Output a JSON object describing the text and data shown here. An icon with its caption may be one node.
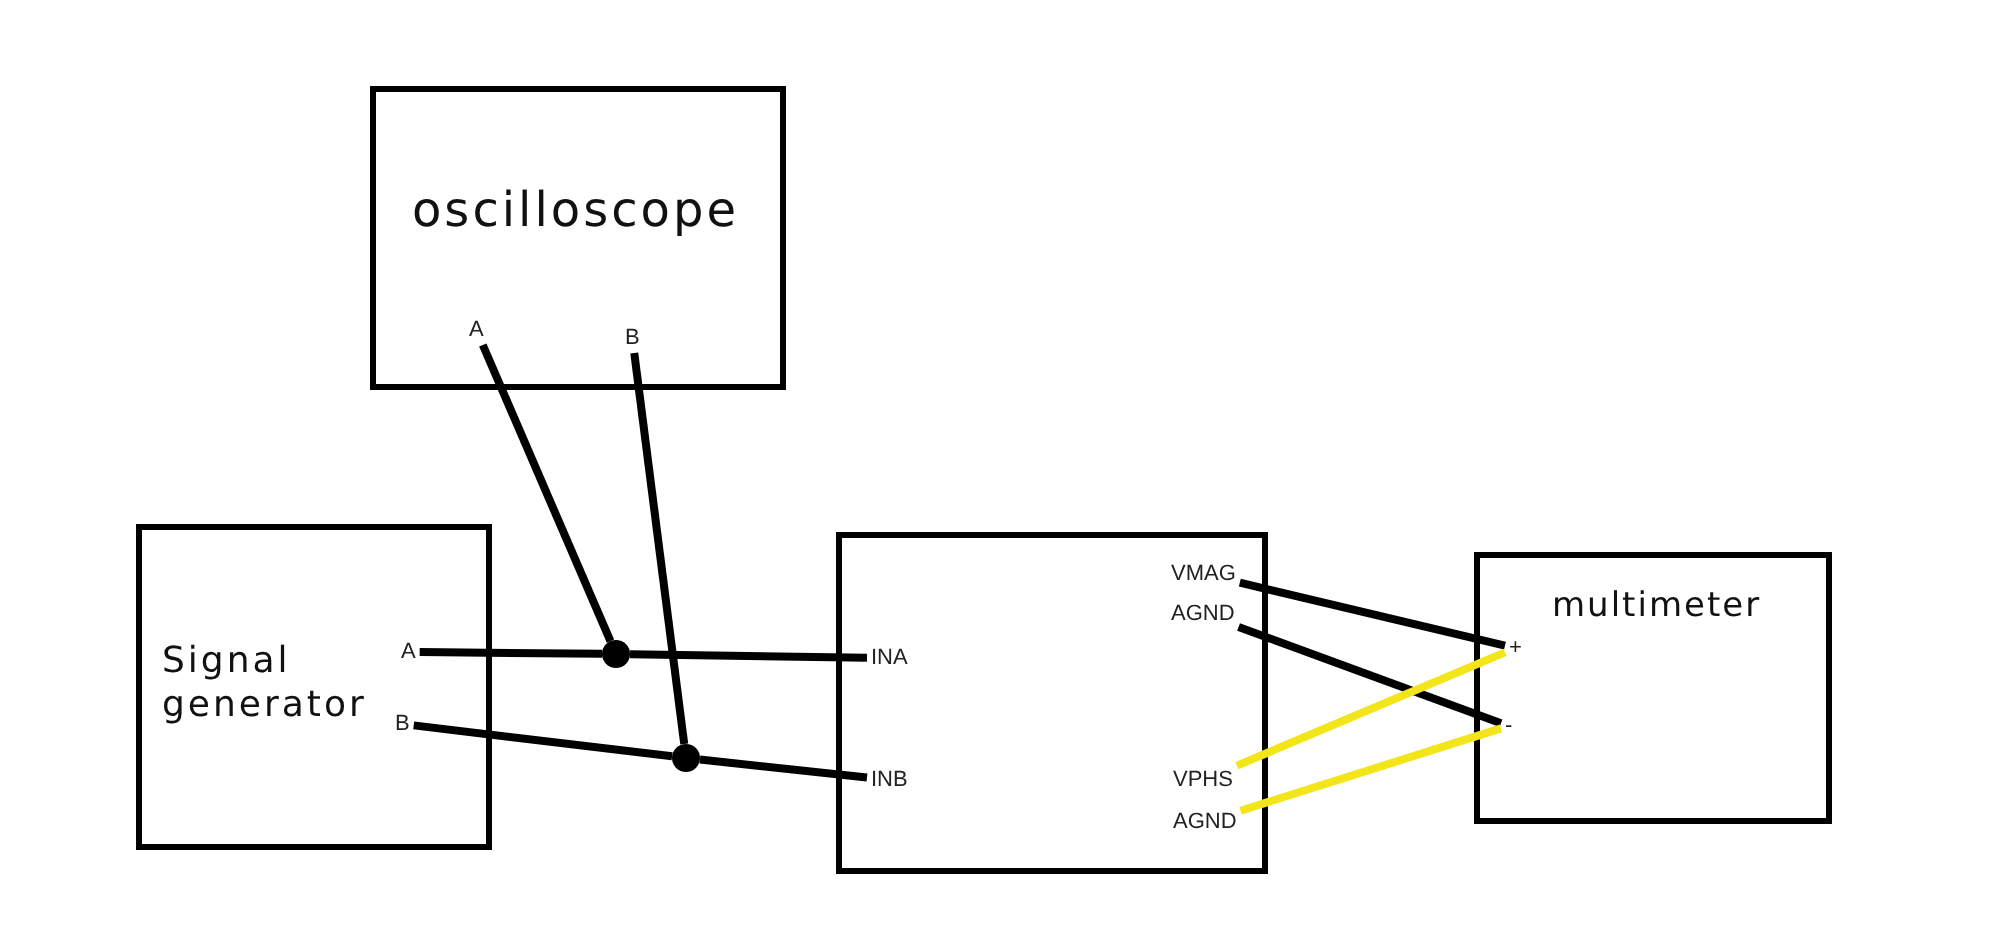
{
  "diagram": {
    "nodes": [
      {
        "text": [
          "oscilloscope"
        ]
      },
      {
        "text": [
          "A"
        ],
        "in": 0
      },
      {
        "text": [
          "B"
        ],
        "in": 0
      },
      {
        "text": [
          "Signal generator"
        ]
      },
      {
        "text": [
          "A"
        ],
        "in": 3
      },
      {
        "text": [
          "B"
        ],
        "in": 3
      },
      {
        "text": [],
        "shape": "box"
      },
      {
        "text": [
          "INA"
        ],
        "in": 6
      },
      {
        "text": [
          "INB"
        ],
        "in": 6
      },
      {
        "text": [
          "VMAG"
        ],
        "in": 6
      },
      {
        "text": [
          "AGND"
        ],
        "in": 6
      },
      {
        "text": [
          "VPHS"
        ],
        "in": 6
      },
      {
        "text": [
          "AGND"
        ],
        "in": 6
      },
      {
        "text": [
          "multimeter"
        ]
      },
      {
        "text": [
          "+"
        ],
        "in": 13
      },
      {
        "text": [
          "-"
        ],
        "in": 13
      },
      {
        "text": [],
        "shape": "circle"
      },
      {
        "text": [],
        "shape": "circle"
      }
    ],
    "edges": [
      {
        "from": 4,
        "to": 16,
        "arrow": "none"
      },
      {
        "from": 16,
        "to": 7,
        "arrow": "none"
      },
      {
        "from": 1,
        "to": 16,
        "arrow": "none"
      },
      {
        "from": 5,
        "to": 17,
        "arrow": "none"
      },
      {
        "from": 17,
        "to": 8,
        "arrow": "none"
      },
      {
        "from": 2,
        "to": 17,
        "arrow": "none"
      },
      {
        "from": 9,
        "to": 14,
        "arrow": "none"
      },
      {
        "from": 10,
        "to": 15,
        "arrow": "none"
      },
      {
        "from": 11,
        "to": 14,
        "arrow": "none",
        "color": "#f2e61a"
      },
      {
        "from": 12,
        "to": 15,
        "arrow": "none",
        "color": "#f2e61a"
      }
    ]
  }
}
